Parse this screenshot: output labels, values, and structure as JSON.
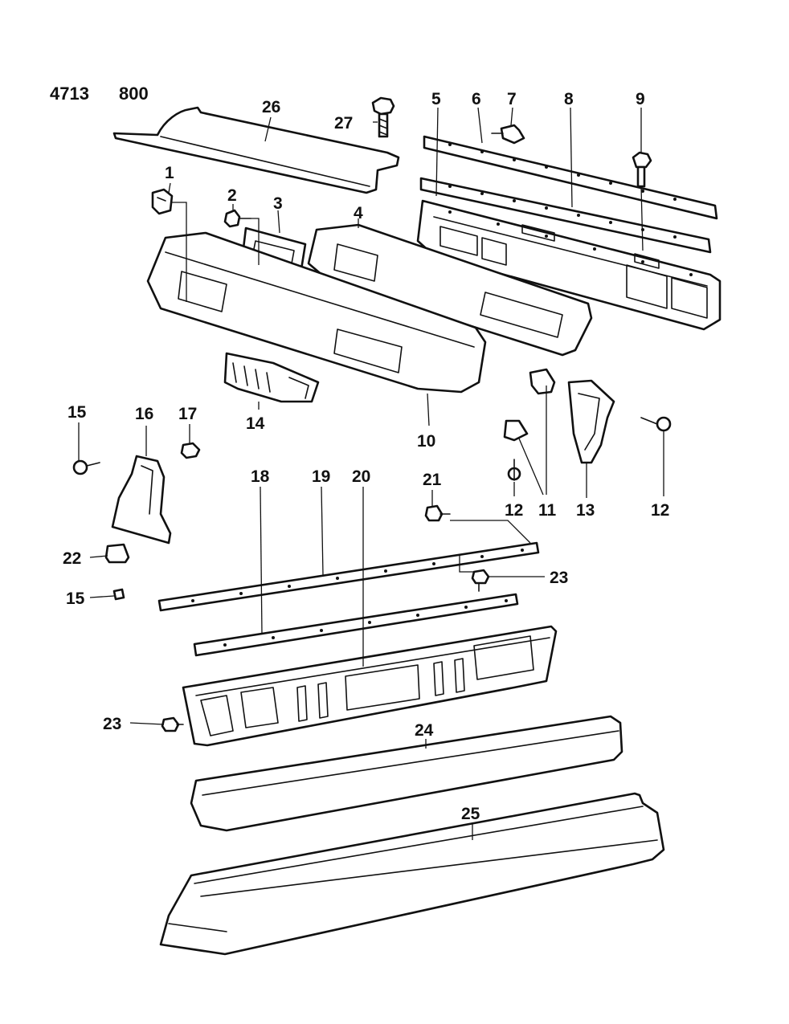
{
  "header": {
    "catalog_code": "4713",
    "group_code": "800"
  },
  "callouts": {
    "c1": "1",
    "c2": "2",
    "c3": "3",
    "c4": "4",
    "c5": "5",
    "c6": "6",
    "c7": "7",
    "c8": "8",
    "c9": "9",
    "c10": "10",
    "c11": "11",
    "c12a": "12",
    "c12b": "12",
    "c13": "13",
    "c14": "14",
    "c15a": "15",
    "c15b": "15",
    "c16": "16",
    "c17": "17",
    "c18": "18",
    "c19": "19",
    "c20": "20",
    "c21": "21",
    "c22": "22",
    "c23a": "23",
    "c23b": "23",
    "c24": "24",
    "c25": "25",
    "c26": "26",
    "c27": "27"
  },
  "icons": {
    "bolt": "bolt-icon",
    "screw": "screw-icon",
    "clip": "clip-icon",
    "nut": "nut-icon"
  },
  "colors": {
    "line": "#111111",
    "background": "#ffffff"
  }
}
